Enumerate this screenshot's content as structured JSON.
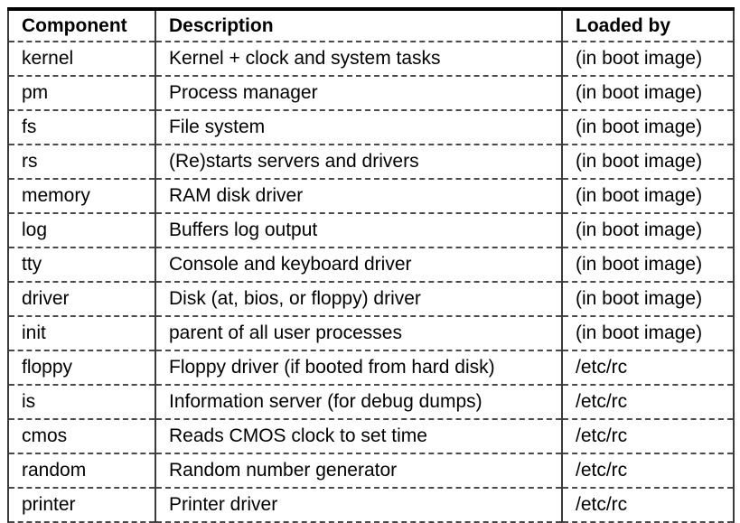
{
  "table": {
    "name": "minix-system-components",
    "columns": [
      {
        "key": "component",
        "label": "Component"
      },
      {
        "key": "description",
        "label": "Description"
      },
      {
        "key": "loaded_by",
        "label": "Loaded by"
      }
    ],
    "rows": [
      {
        "component": "kernel",
        "description": "Kernel + clock and system tasks",
        "loaded_by": "(in boot image)"
      },
      {
        "component": "pm",
        "description": "Process manager",
        "loaded_by": "(in boot image)"
      },
      {
        "component": "fs",
        "description": "File system",
        "loaded_by": "(in boot image)"
      },
      {
        "component": "rs",
        "description": "(Re)starts servers and drivers",
        "loaded_by": "(in boot image)"
      },
      {
        "component": "memory",
        "description": "RAM disk driver",
        "loaded_by": "(in boot image)"
      },
      {
        "component": "log",
        "description": "Buffers log output",
        "loaded_by": "(in boot image)"
      },
      {
        "component": "tty",
        "description": "Console and keyboard driver",
        "loaded_by": "(in boot image)"
      },
      {
        "component": "driver",
        "description": "Disk (at, bios, or floppy) driver",
        "loaded_by": "(in boot image)"
      },
      {
        "component": "init",
        "description": "parent of all user processes",
        "loaded_by": "(in boot image)"
      },
      {
        "component": "floppy",
        "description": "Floppy driver (if booted from hard disk)",
        "loaded_by": "/etc/rc"
      },
      {
        "component": "is",
        "description": "Information server (for debug dumps)",
        "loaded_by": "/etc/rc"
      },
      {
        "component": "cmos",
        "description": "Reads CMOS clock to set time",
        "loaded_by": "/etc/rc"
      },
      {
        "component": "random",
        "description": "Random number generator",
        "loaded_by": "/etc/rc"
      },
      {
        "component": "printer",
        "description": "Printer driver",
        "loaded_by": "/etc/rc"
      }
    ]
  },
  "style": {
    "text_color": "#000000",
    "rule_color": "#3a3a3a",
    "dash_color": "#4a4a4a",
    "background": "#ffffff"
  }
}
